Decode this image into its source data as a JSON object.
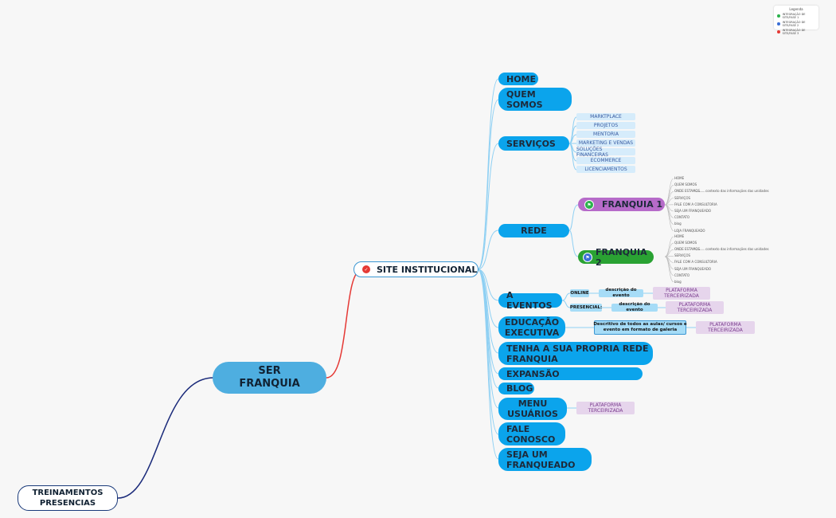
{
  "legend": {
    "title": "Legenda",
    "items": [
      {
        "label": "INTEGRAÇÃO DE SITE/FASE 1",
        "color": "#2bb24c"
      },
      {
        "label": "INTEGRAÇÃO DE SITE/FASE 2",
        "color": "#3b6fd6"
      },
      {
        "label": "INTEGRAÇÃO DE SITE/FASE 3",
        "color": "#e53935"
      }
    ]
  },
  "nodes": {
    "ser_franquia": "SER\nFRANQUIA",
    "treinamentos": "TREINAMENTOS\nPRESENCIAS",
    "site": "SITE INSTITUCIONAL",
    "home": "HOME",
    "quem_somos": "QUEM\nSOMOS",
    "servicos": "SERVIÇOS",
    "rede": "REDE",
    "eventos": "A EVENTOS",
    "educacao": "EDUCAÇÃO\nEXECUTIVA",
    "tenha": "TENHA A SUA PROPRIA REDE\nFRANQUIA",
    "expansao": "EXPANSÃO",
    "blog": "BLOG",
    "menu": "MENU\nUSUÁRIOS",
    "fale": "FALE\nCONOSCO",
    "seja": "SEJA UM\nFRANQUEADO",
    "franquia1": "FRANQUIA 1",
    "franquia2": "FRANQUIA 2",
    "online": "ONLINE",
    "presencial": "PRESENCIAL:",
    "desc_evento_online": "descrição do evento",
    "desc_evento_presencial": "descrição do evento",
    "plataforma_1": "PLATAFORMA\nTERCEIRIZADA",
    "plataforma_2": "PLATAFORMA\nTERCEIRIZADA",
    "educacao_desc": "Descritivo de todos as aulas/ cursos e\nevento em formato de galeria",
    "plataforma_3": "PLATAFORMA\nTERCEIRIZADA",
    "plataforma_4": "PLATAFORMA\nTERCEIRIZADA"
  },
  "servicos_items": [
    "MARKTPLACE",
    "PROJETOS",
    "MENTORIA",
    "MARKETING E VENDAS",
    "SOLUÇÕES FINANCEIRAS",
    "ECOMMERCE",
    "LICENCIAMENTOS"
  ],
  "franquia1_items": [
    "HOME",
    "QUEM SOMOS",
    "ONDE ESTAMOS",
    "SERVIÇOS",
    "FALE COM A CONSULTORIA",
    "SEJA UM FRANQUEADO",
    "CONTATO",
    "blog",
    "LOJA FRANQUEADO"
  ],
  "franquia2_items": [
    "HOME",
    "QUEM SOMOS",
    "ONDE ESTAMOS",
    "SERVIÇOS",
    "FALE COM A CONSULTORIA",
    "SEJA UM FRANQUEADO",
    "CONTATO",
    "blog"
  ],
  "onde_note": "contexto das informações das unidades"
}
